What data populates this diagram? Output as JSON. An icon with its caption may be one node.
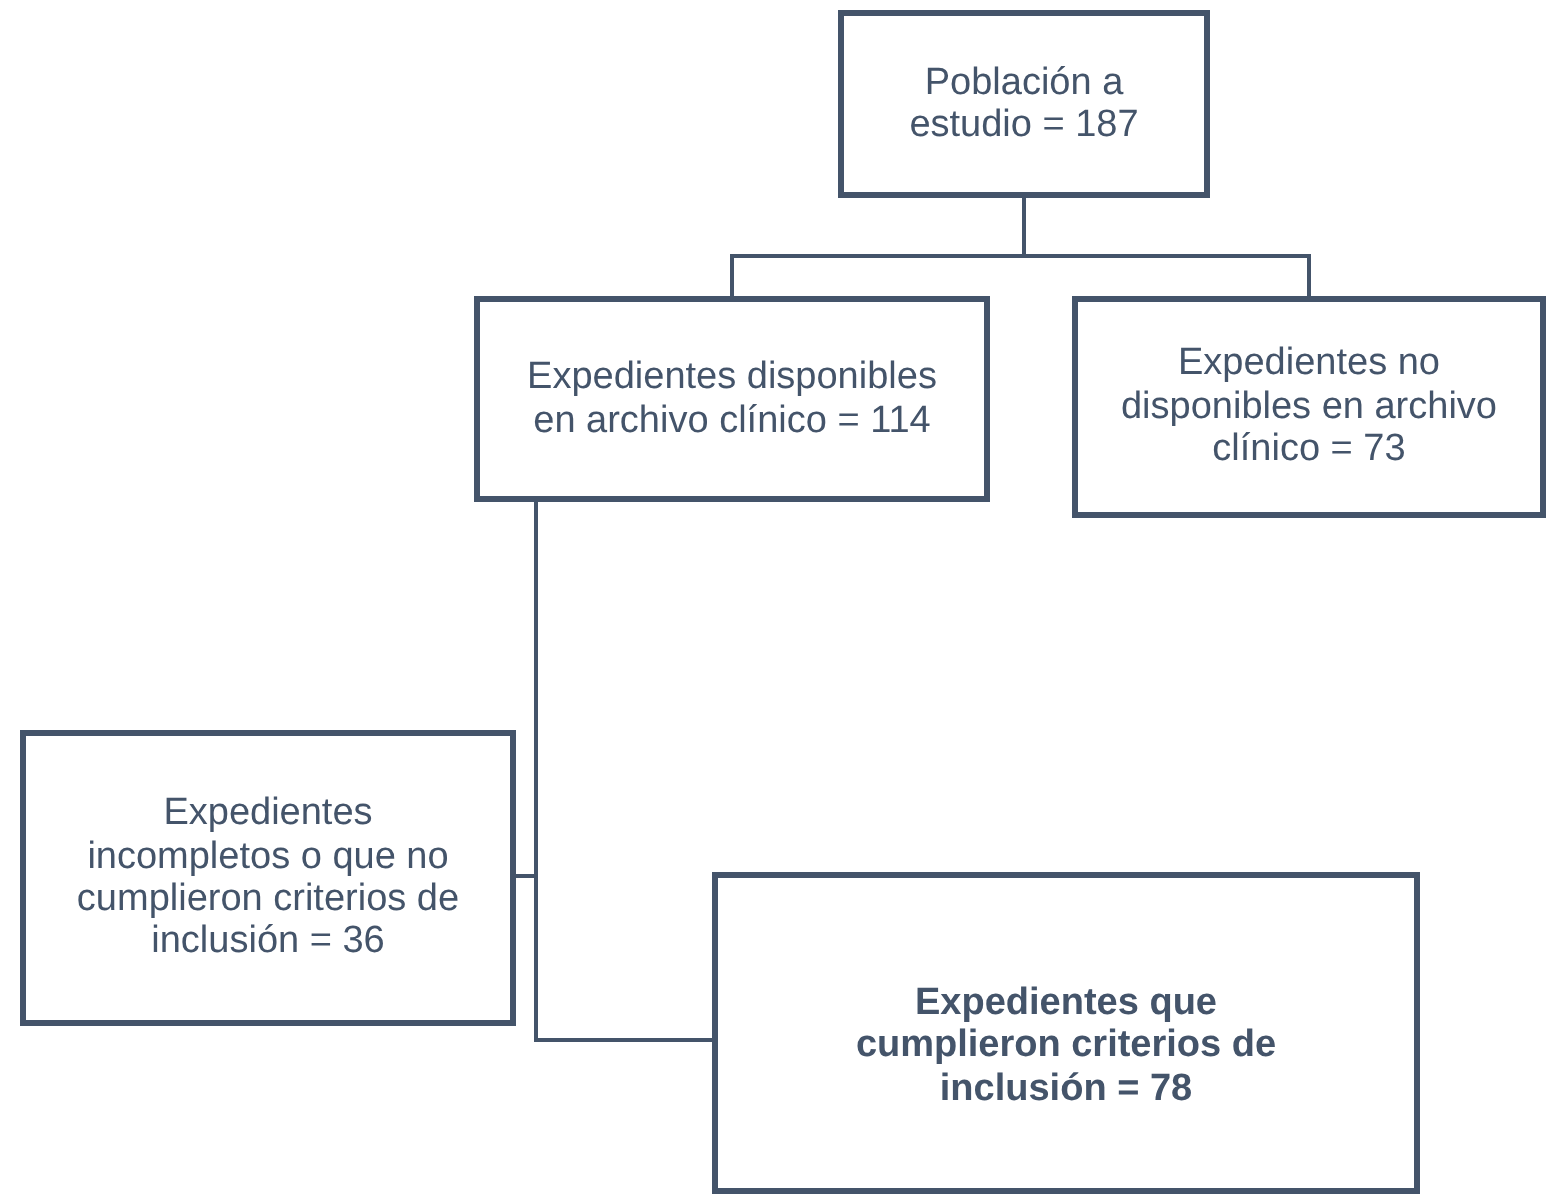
{
  "diagram": {
    "nodes": [
      {
        "text": [
          "Población a estudio = 187"
        ]
      },
      {
        "text": [
          "Expedientes disponibles en archivo clínico = 114"
        ]
      },
      {
        "text": [
          "Expedientes no disponibles en archivo clínico = 73"
        ]
      },
      {
        "text": [
          "Expedientes incompletos o que no cumplieron criterios de inclusión = 36"
        ]
      },
      {
        "text": [
          "Expedientes que cumplieron criterios de inclusión = 78"
        ]
      }
    ],
    "edges": [
      {
        "from": 0,
        "to": 1,
        "arrow": "none"
      },
      {
        "from": 0,
        "to": 2,
        "arrow": "none"
      },
      {
        "from": 1,
        "to": 3,
        "arrow": "none"
      },
      {
        "from": 1,
        "to": 4,
        "arrow": "none"
      }
    ]
  }
}
